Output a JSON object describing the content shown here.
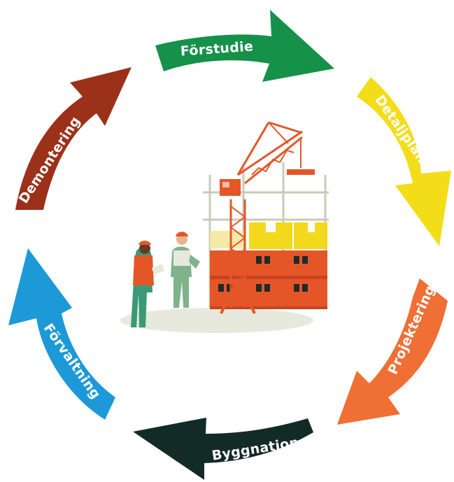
{
  "cycle": {
    "stages": [
      {
        "label": "Förstudie",
        "color": "#16914a"
      },
      {
        "label": "Detaljplan",
        "color": "#f3dd19"
      },
      {
        "label": "Projektering",
        "color": "#ef6f35"
      },
      {
        "label": "Byggnation",
        "color": "#132b27"
      },
      {
        "label": "Förvaltning",
        "color": "#1d99d8"
      },
      {
        "label": "Demontering",
        "color": "#9c3119"
      }
    ]
  },
  "illustration": {
    "subject": "construction site with tower crane, building frame and two workers",
    "colors": {
      "crane": "#e45628",
      "frame": "#c8cbb8",
      "block_yellow": "#f2d91e",
      "block_red": "#e45628",
      "ground": "#e6e9dc",
      "worker_green": "#3a9a76",
      "vest": "#e45628"
    }
  }
}
